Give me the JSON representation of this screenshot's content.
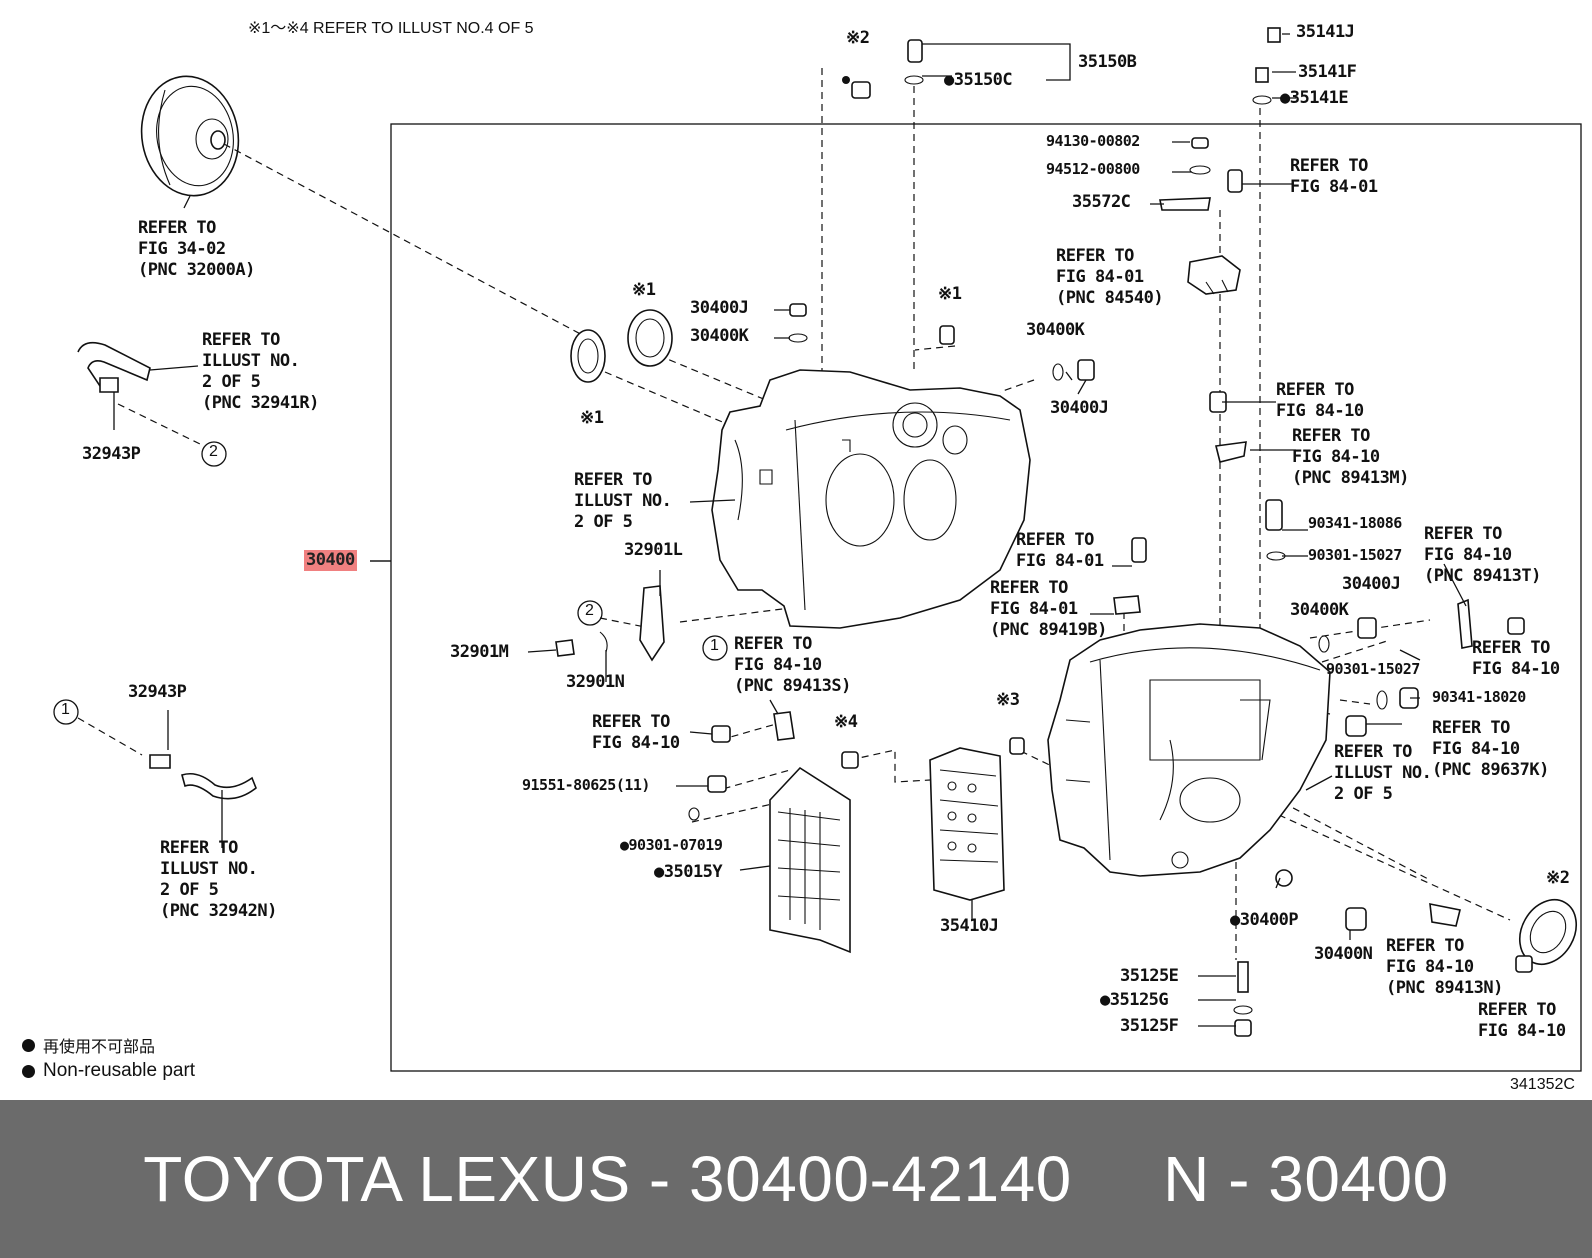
{
  "header_note": "※1～※4 REFER TO ILLUST NO.4 OF 5",
  "diagram_code": "341352C",
  "legend": {
    "jp": "再使用不可部品",
    "en": "Non-reusable part"
  },
  "footer": {
    "text": "TOYOTA LEXUS - 30400-42140     N - 30400"
  },
  "highlight_part": "30400",
  "labels": [
    {
      "id": "l01",
      "text": "※2"
    },
    {
      "id": "l02",
      "text": "35150B"
    },
    {
      "id": "l03",
      "text": "●35150C"
    },
    {
      "id": "l04",
      "text": "35141J"
    },
    {
      "id": "l05",
      "text": "35141F"
    },
    {
      "id": "l06",
      "text": "●35141E"
    },
    {
      "id": "l07",
      "text": "94130-00802"
    },
    {
      "id": "l08",
      "text": "94512-00800"
    },
    {
      "id": "l09",
      "text": "35572C"
    },
    {
      "id": "l10",
      "text": "REFER TO\nFIG 84-01"
    },
    {
      "id": "l11",
      "text": "REFER TO\nFIG 84-01\n(PNC 84540)"
    },
    {
      "id": "l12",
      "text": "REFER TO\nFIG 34-02\n(PNC 32000A)"
    },
    {
      "id": "l13",
      "text": "REFER TO\nILLUST NO.\n2 OF 5\n(PNC 32941R)"
    },
    {
      "id": "l14",
      "text": "32943P"
    },
    {
      "id": "l15",
      "text": "※1"
    },
    {
      "id": "l16",
      "text": "※1"
    },
    {
      "id": "l17",
      "text": "30400J"
    },
    {
      "id": "l18",
      "text": "30400K"
    },
    {
      "id": "l19",
      "text": "※1"
    },
    {
      "id": "l20",
      "text": "30400K"
    },
    {
      "id": "l21",
      "text": "30400J"
    },
    {
      "id": "l22",
      "text": "REFER TO\nFIG 84-10"
    },
    {
      "id": "l23",
      "text": "REFER TO\nFIG 84-10\n(PNC 89413M)"
    },
    {
      "id": "l24",
      "text": "REFER TO\nILLUST NO.\n2 OF 5"
    },
    {
      "id": "l25",
      "text": "30400"
    },
    {
      "id": "l26",
      "text": "32901L"
    },
    {
      "id": "l27",
      "text": "REFER TO\nFIG 84-01"
    },
    {
      "id": "l28",
      "text": "REFER TO\nFIG 84-01\n(PNC 89419B)"
    },
    {
      "id": "l29",
      "text": "90341-18086"
    },
    {
      "id": "l30",
      "text": "90301-15027"
    },
    {
      "id": "l31",
      "text": "REFER TO\nFIG 84-10\n(PNC 89413T)"
    },
    {
      "id": "l32",
      "text": "30400J"
    },
    {
      "id": "l33",
      "text": "30400K"
    },
    {
      "id": "l34",
      "text": "32901M"
    },
    {
      "id": "l35",
      "text": "32901N"
    },
    {
      "id": "l36",
      "text": "REFER TO\nFIG 84-10\n(PNC 89413S)"
    },
    {
      "id": "l37",
      "text": "32943P"
    },
    {
      "id": "l38",
      "text": "REFER TO\nFIG 84-10"
    },
    {
      "id": "l39",
      "text": "※4"
    },
    {
      "id": "l40",
      "text": "※3"
    },
    {
      "id": "l41",
      "text": "90301-15027"
    },
    {
      "id": "l42",
      "text": "90341-18020"
    },
    {
      "id": "l43",
      "text": "REFER TO\nFIG 84-10"
    },
    {
      "id": "l44",
      "text": "REFER TO\nFIG 84-10\n(PNC 89637K)"
    },
    {
      "id": "l45",
      "text": "REFER TO\nILLUST NO.\n2 OF 5"
    },
    {
      "id": "l46",
      "text": "91551-80625(11)"
    },
    {
      "id": "l47",
      "text": "●90301-07019"
    },
    {
      "id": "l48",
      "text": "●35015Y"
    },
    {
      "id": "l49",
      "text": "REFER TO\nILLUST NO.\n2 OF 5\n(PNC 32942N)"
    },
    {
      "id": "l50",
      "text": "35410J"
    },
    {
      "id": "l51",
      "text": "●30400P"
    },
    {
      "id": "l52",
      "text": "30400N"
    },
    {
      "id": "l53",
      "text": "※2"
    },
    {
      "id": "l54",
      "text": "REFER TO\nFIG 84-10\n(PNC 89413N)"
    },
    {
      "id": "l55",
      "text": "35125E"
    },
    {
      "id": "l56",
      "text": "●35125G"
    },
    {
      "id": "l57",
      "text": "35125F"
    },
    {
      "id": "l58",
      "text": "REFER TO\nFIG 84-10"
    }
  ],
  "callouts": [
    {
      "id": "c1",
      "text": "2"
    },
    {
      "id": "c2",
      "text": "2"
    },
    {
      "id": "c3",
      "text": "1"
    },
    {
      "id": "c4",
      "text": "1"
    }
  ]
}
